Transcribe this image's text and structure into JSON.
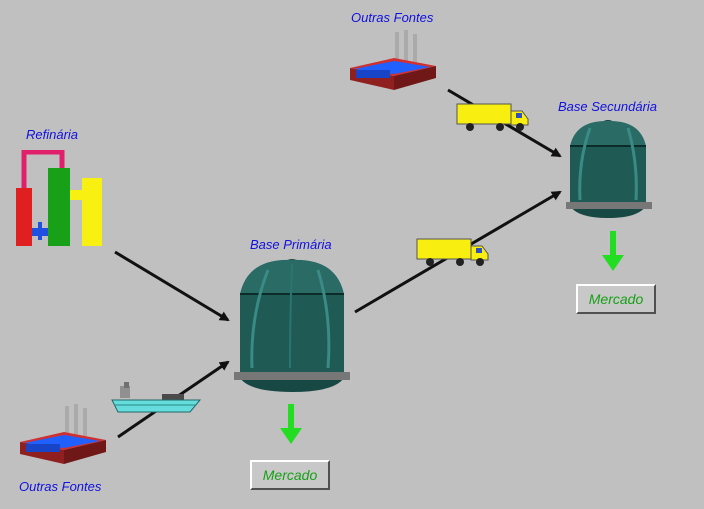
{
  "labels": {
    "outras_fontes_top": "Outras Fontes",
    "refinaria": "Refinária",
    "base_primaria": "Base Primária",
    "base_secundaria": "Base Secundária",
    "outras_fontes_bottom": "Outras Fontes"
  },
  "buttons": {
    "mercado_primaria": "Mercado",
    "mercado_secundaria": "Mercado"
  },
  "colors": {
    "background": "#c0c0c0",
    "label_text": "#1010e0",
    "flow_arrow": "#111111",
    "market_arrow": "#22dd22",
    "tank": "#1f5a55",
    "truck": "#ffee00",
    "ship": "#66dddd"
  },
  "icons": [
    "factory-icon",
    "refinery-icon",
    "storage-tank-icon",
    "truck-icon",
    "ship-icon",
    "down-arrow-icon"
  ]
}
